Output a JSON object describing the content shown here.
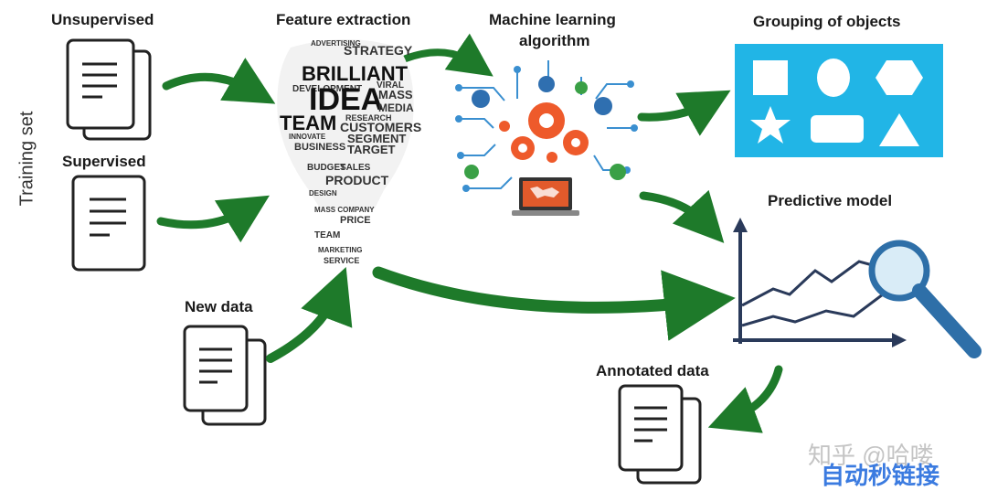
{
  "labels": {
    "unsupervised": "Unsupervised",
    "supervised": "Supervised",
    "new_data": "New data",
    "feature_extraction": "Feature extraction",
    "ml_algorithm_line1": "Machine learning",
    "ml_algorithm_line2": "algorithm",
    "grouping": "Grouping of objects",
    "predictive_model": "Predictive model",
    "annotated_data": "Annotated data",
    "training_set": "Training set"
  },
  "bulb_words": {
    "advertising": "ADVERTISING",
    "strategy": "STRATEGY",
    "brilliant": "BRILLIANT",
    "development": "DEVELOPMENT",
    "idea": "IDEA",
    "mass": "MASS",
    "media": "MEDIA",
    "team": "TEAM",
    "research": "RESEARCH",
    "customers": "CUSTOMERS",
    "innovate": "INNOVATE",
    "segment": "SEGMENT",
    "target": "TARGET",
    "budget": "BUDGET",
    "sales": "SALES",
    "product": "PRODUCT",
    "design": "DESIGN",
    "company": "MASS COMPANY",
    "price": "PRICE",
    "marketing": "MARKETING",
    "service": "SERVICE",
    "viral": "VIRAL",
    "business": "BUSINESS"
  },
  "watermark": {
    "line1": "知乎 @哈喽",
    "line2": "自动秒链接"
  },
  "colors": {
    "arrow_green": "#1e7a2a",
    "grouping_bg": "#21b5e6",
    "magnifier_blue": "#2e6fa8",
    "gear_orange": "#ee5a2b"
  }
}
